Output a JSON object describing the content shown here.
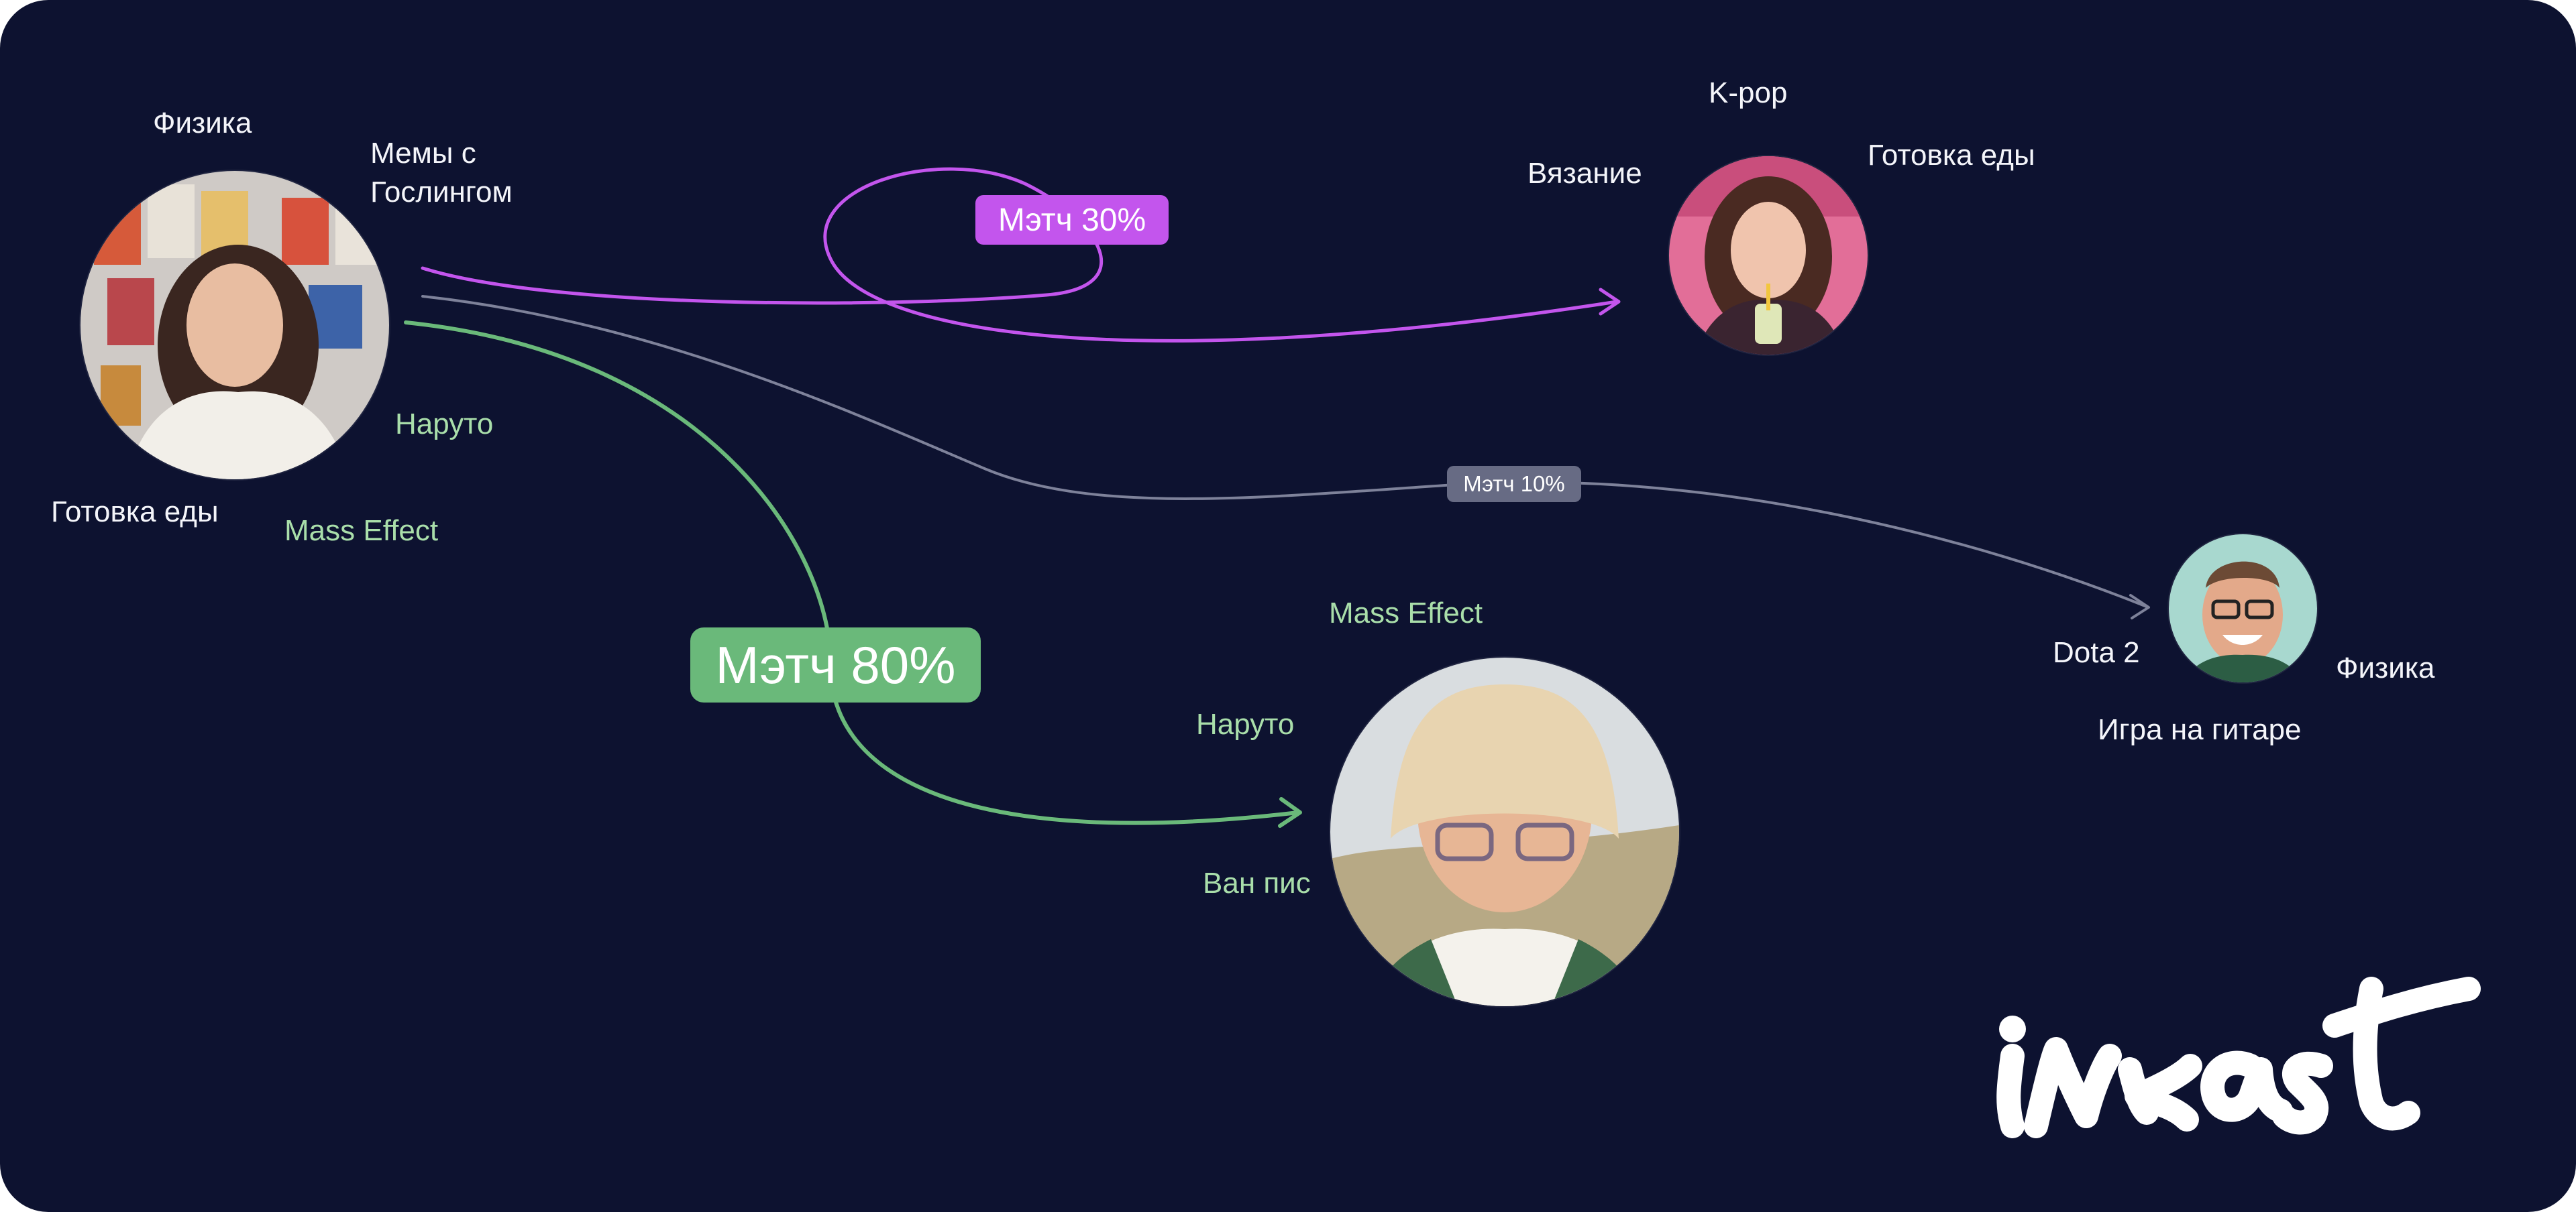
{
  "colors": {
    "background": "#0d1230",
    "match_high": "#6ab97a",
    "match_mid": "#c355ed",
    "match_low": "#7e829a",
    "interest_text": "#f4f5fa",
    "matched_interest_text": "#a9deaa"
  },
  "center_person": {
    "interests": {
      "physics": "Физика",
      "gosling_memes": "Мемы с Гослингом",
      "cooking": "Готовка еды",
      "naruto": "Наруто",
      "mass_effect": "Mass Effect"
    }
  },
  "person_top": {
    "interests": {
      "kpop": "K-pop",
      "knitting": "Вязание",
      "cooking": "Готовка еды"
    }
  },
  "person_right": {
    "interests": {
      "dota": "Dota 2",
      "physics": "Физика",
      "guitar": "Игра на гитаре"
    }
  },
  "person_bottom": {
    "interests": {
      "mass_effect": "Mass Effect",
      "naruto": "Наруто",
      "one_piece": "Ван пис"
    }
  },
  "matches": {
    "top": "Мэтч 30%",
    "right": "Мэтч 10%",
    "bottom": "Мэтч 80%"
  },
  "brand": {
    "logo_text": "inkast"
  }
}
